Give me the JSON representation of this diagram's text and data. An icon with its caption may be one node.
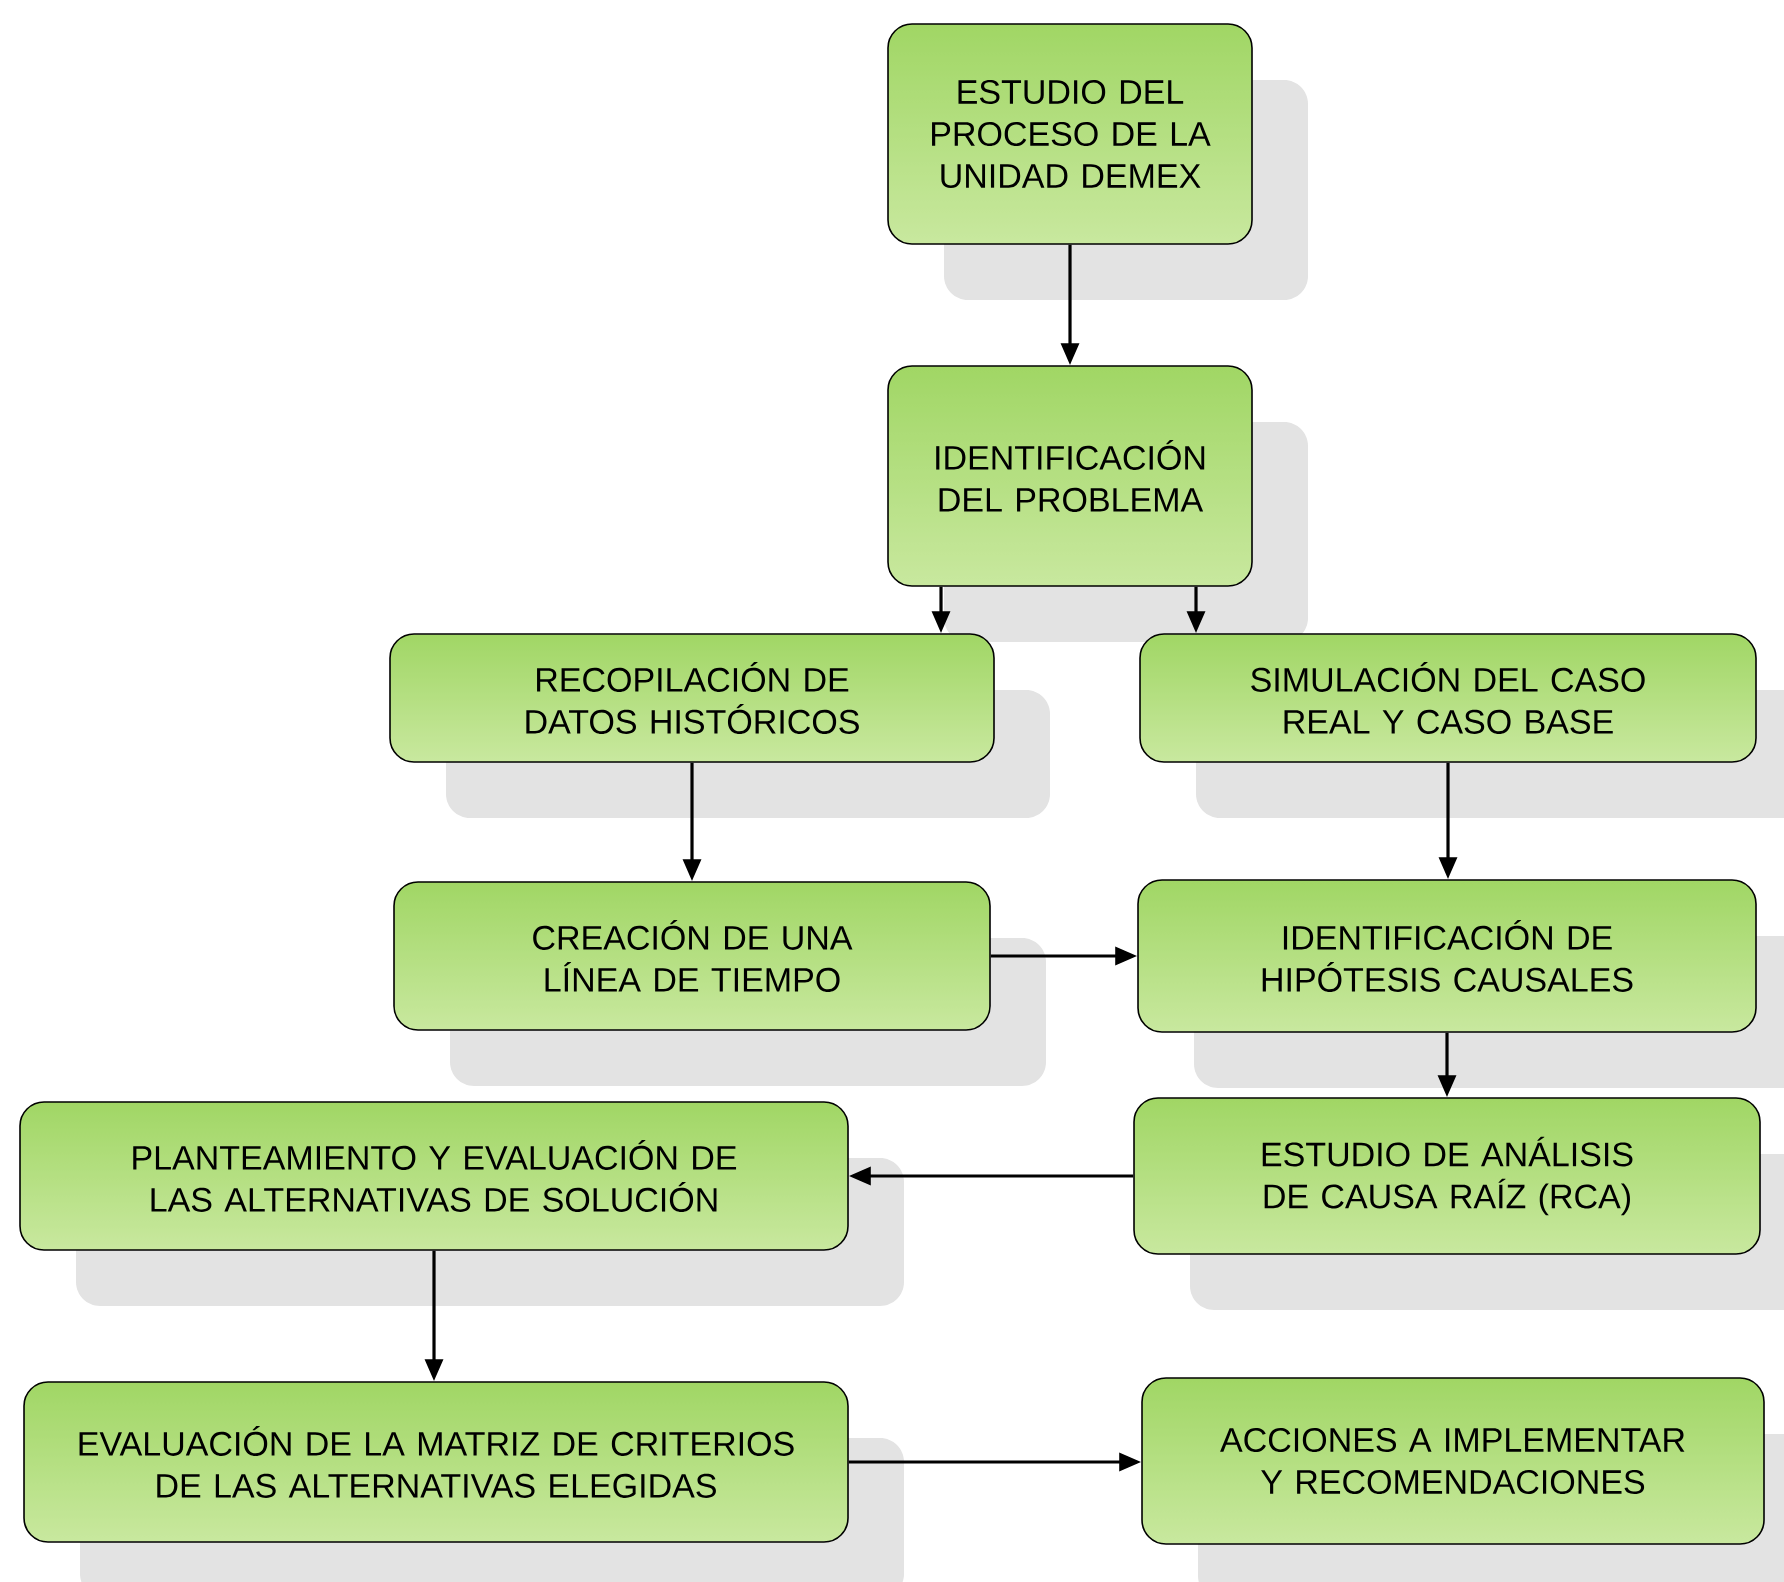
{
  "diagram": {
    "nodes": [
      {
        "text": [
          "ESTUDIO DEL PROCESO DE LA UNIDAD DEMEX"
        ]
      },
      {
        "text": [
          "IDENTIFICACIÓN DEL PROBLEMA"
        ]
      },
      {
        "text": [
          "RECOPILACIÓN DE DATOS HISTÓRICOS"
        ]
      },
      {
        "text": [
          "SIMULACIÓN DEL CASO REAL Y CASO BASE"
        ]
      },
      {
        "text": [
          "CREACIÓN DE UNA LÍNEA DE TIEMPO"
        ]
      },
      {
        "text": [
          "IDENTIFICACIÓN DE HIPÓTESIS CAUSALES"
        ]
      },
      {
        "text": [
          "ESTUDIO DE ANÁLISIS DE CAUSA RAÍZ (RCA)"
        ]
      },
      {
        "text": [
          "PLANTEAMIENTO Y EVALUACIÓN DE LAS ALTERNATIVAS DE SOLUCIÓN"
        ]
      },
      {
        "text": [
          "EVALUACIÓN DE LA MATRIZ DE CRITERIOS DE LAS ALTERNATIVAS ELEGIDAS"
        ]
      },
      {
        "text": [
          "ACCIONES A IMPLEMENTAR Y RECOMENDACIONES"
        ]
      }
    ],
    "edges": [
      {
        "from": 0,
        "to": 1,
        "arrow": "to"
      },
      {
        "from": 1,
        "to": 2,
        "arrow": "to"
      },
      {
        "from": 1,
        "to": 3,
        "arrow": "to"
      },
      {
        "from": 2,
        "to": 4,
        "arrow": "to"
      },
      {
        "from": 3,
        "to": 5,
        "arrow": "to"
      },
      {
        "from": 4,
        "to": 5,
        "arrow": "to"
      },
      {
        "from": 5,
        "to": 6,
        "arrow": "to"
      },
      {
        "from": 6,
        "to": 7,
        "arrow": "to"
      },
      {
        "from": 7,
        "to": 8,
        "arrow": "to"
      },
      {
        "from": 8,
        "to": 9,
        "arrow": "to"
      }
    ]
  }
}
